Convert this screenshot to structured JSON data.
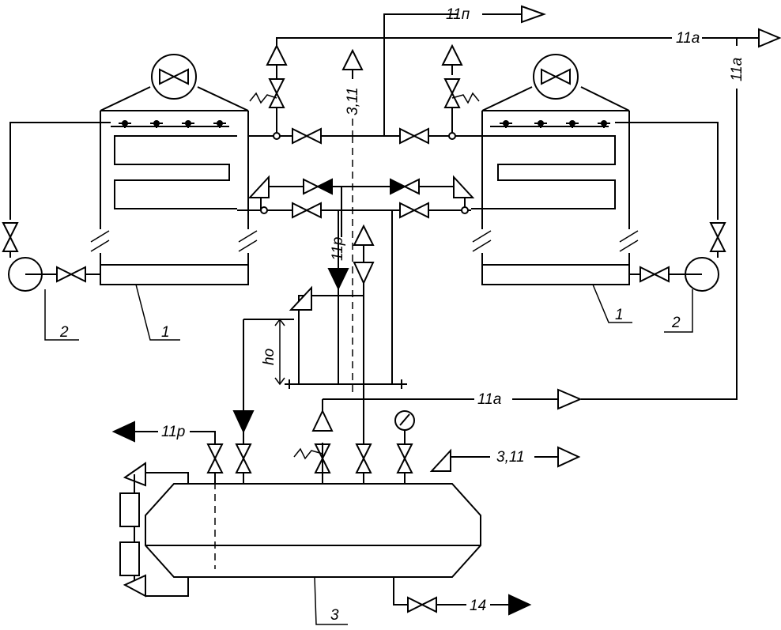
{
  "labels": {
    "top_line": "11п",
    "air_line_top": "11а",
    "air_line_right": "11а",
    "air_line_lower": "11а",
    "vent_center": "3,11",
    "drain_line_center": "11р",
    "drain_line_left": "11р",
    "vent_right": "3,11",
    "oil_drain": "14",
    "height_mark": "hо",
    "condenser_left": "1",
    "condenser_right": "1",
    "pump_left": "2",
    "pump_right": "2",
    "receiver": "3"
  }
}
